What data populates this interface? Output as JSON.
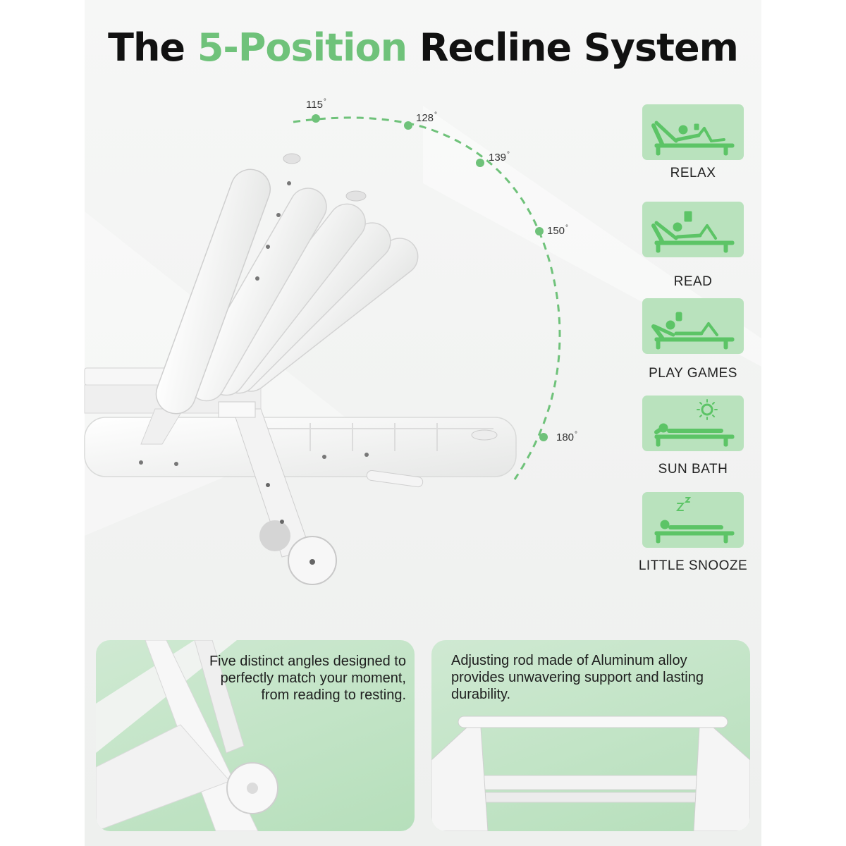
{
  "title": {
    "prefix": "The ",
    "accent": "5-Position",
    "suffix": " Recline System",
    "accent_color": "#6fc27a"
  },
  "angles": [
    {
      "value": "115"
    },
    {
      "value": "128"
    },
    {
      "value": "139"
    },
    {
      "value": "150"
    },
    {
      "value": "180"
    }
  ],
  "degree_symbol": "°",
  "positions": [
    {
      "label": "RELAX",
      "icon": "reclining-person-relax-icon"
    },
    {
      "label": "READ",
      "icon": "reclining-person-reading-icon"
    },
    {
      "label": "PLAY GAMES",
      "icon": "reclining-person-gaming-icon"
    },
    {
      "label": "SUN BATH",
      "icon": "sunbathing-person-sun-icon"
    },
    {
      "label": "LITTLE SNOOZE",
      "icon": "sleeping-person-zz-icon"
    }
  ],
  "features": [
    {
      "text": "Five distinct angles designed to perfectly match your moment, from reading to resting.",
      "image": "lounger-wheel-closeup"
    },
    {
      "text": "Adjusting rod made of Aluminum alloy provides unwavering support and lasting durability.",
      "image": "lounger-adjusting-rod-closeup"
    }
  ],
  "colors": {
    "card_green": "#b9e2bd",
    "icon_green": "#5cc466",
    "arc_green": "#6fc27a",
    "chair_white": "#f7f7f7"
  }
}
